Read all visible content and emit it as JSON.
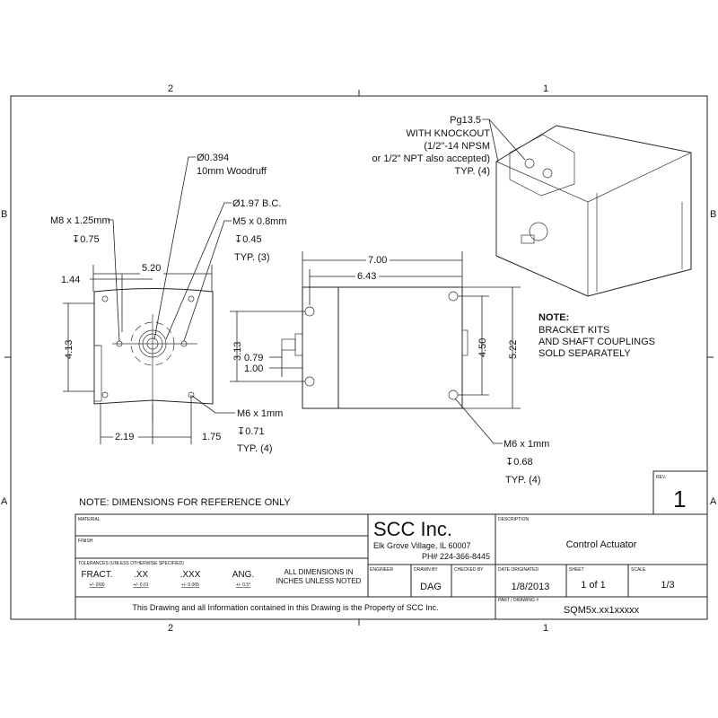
{
  "border": {
    "zones_top": [
      "2",
      "1"
    ],
    "zones_bottom": [
      "2",
      "1"
    ],
    "zones_left": [
      "B",
      "A"
    ],
    "zones_right": [
      "B",
      "A"
    ]
  },
  "front_view": {
    "callouts": [
      "Ø0.394",
      "10mm Woodruff",
      "Ø1.97 B.C.",
      "M5 x 0.8mm",
      "↧0.45",
      "TYP. (3)",
      "M8 x 1.25mm",
      "↧0.75",
      "M6 x 1mm",
      "↧0.71",
      "TYP. (4)"
    ],
    "dims": {
      "width": "5.20",
      "offset_top": "1.44",
      "height": "4.13",
      "bottom_left": "2.19",
      "bottom_right": "1.75"
    }
  },
  "side_view": {
    "dims": {
      "length_total": "7.00",
      "length_body": "6.43",
      "shaft_height": "3.13",
      "shaft_a": "0.79",
      "shaft_b": "1.00",
      "hole_spacing": "4.50",
      "height": "5.22"
    },
    "callouts": [
      "M6 x 1mm",
      "↧0.68",
      "TYP. (4)"
    ]
  },
  "iso_view": {
    "callouts": [
      "Pg13.5",
      "WITH KNOCKOUT",
      "(1/2\"-14 NPSM",
      "or 1/2\" NPT also accepted)",
      "TYP. (4)"
    ]
  },
  "note": {
    "title": "NOTE:",
    "lines": [
      "BRACKET KITS",
      "AND SHAFT COUPLINGS",
      "SOLD SEPARATELY"
    ]
  },
  "reference_note": "NOTE: DIMENSIONS FOR REFERENCE ONLY",
  "rev": {
    "label": "REV.",
    "value": "1"
  },
  "title_block": {
    "material_label": "MATERIAL",
    "finish_label": "FINISH",
    "tolerances_label": "TOLERANCES (UNLESS OTHERWISE SPECIFIED)",
    "tolerances": [
      {
        "name": "FRACT.",
        "value": "+/- 0/00"
      },
      {
        "name": ".XX",
        "value": "+/- 0.01"
      },
      {
        "name": ".XXX",
        "value": "+/- 0.005"
      },
      {
        "name": "ANG.",
        "value": "+/- 0.5°"
      }
    ],
    "units_note": [
      "ALL DIMENSIONS IN",
      "INCHES UNLESS NOTED"
    ],
    "company": "SCC Inc.",
    "address": "Elk Grove Village, IL 60007",
    "phone": "PH# 224-366-8445",
    "description_label": "DESCRIPTION",
    "description": "Control Actuator",
    "engineer_label": "ENGINEER",
    "drawn_by_label": "DRAWN BY",
    "drawn_by": "DAG",
    "checked_by_label": "CHECKED BY",
    "date_label": "DATE ORIGINATED",
    "date": "1/8/2013",
    "sheet_label": "SHEET",
    "sheet": "1 of 1",
    "scale_label": "SCALE",
    "scale": "1/3",
    "property_note": "This Drawing and all Information contained in this Drawing is the Property of SCC Inc.",
    "part_label": "PART / DRAWING #",
    "part": "SQM5x.xx1xxxxx"
  }
}
